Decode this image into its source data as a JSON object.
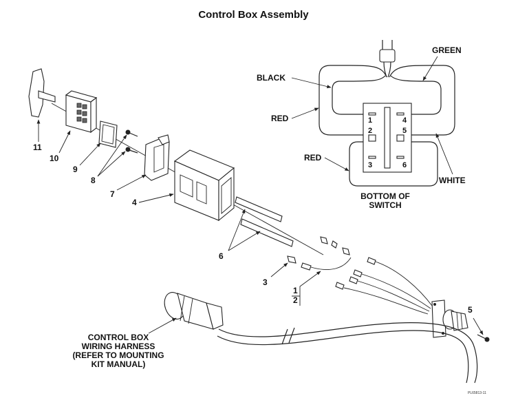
{
  "title": "Control Box Assembly",
  "wiring": {
    "wire_labels": [
      "GREEN",
      "BLACK",
      "RED",
      "RED",
      "WHITE"
    ],
    "switch_caption": [
      "BOTTOM OF",
      "SWITCH"
    ],
    "pin_numbers": [
      "1",
      "2",
      "3",
      "4",
      "5",
      "6"
    ]
  },
  "callouts": [
    "11",
    "10",
    "9",
    "8",
    "7",
    "4",
    "6",
    "3",
    "1",
    "2",
    "5"
  ],
  "harness_label": [
    "CONTROL BOX",
    "WIRING HARNESS",
    "(REFER TO MOUNTING",
    "KIT MANUAL)"
  ],
  "drawing_code": "PL65813-11"
}
